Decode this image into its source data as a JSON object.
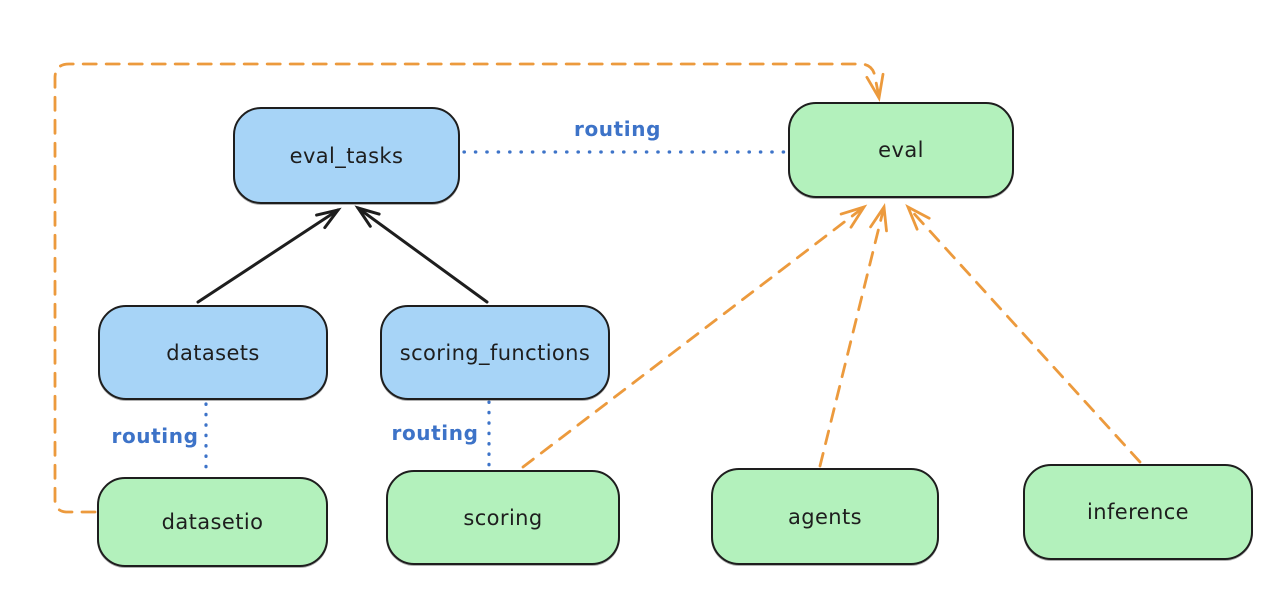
{
  "nodes": {
    "eval_tasks": {
      "label": "eval_tasks",
      "fill": "#a7d4f7"
    },
    "eval": {
      "label": "eval",
      "fill": "#b3f1bc"
    },
    "datasets": {
      "label": "datasets",
      "fill": "#a7d4f7"
    },
    "scoring_functions": {
      "label": "scoring_functions",
      "fill": "#a7d4f7"
    },
    "datasetio": {
      "label": "datasetio",
      "fill": "#b3f1bc"
    },
    "scoring": {
      "label": "scoring",
      "fill": "#b3f1bc"
    },
    "agents": {
      "label": "agents",
      "fill": "#b3f1bc"
    },
    "inference": {
      "label": "inference",
      "fill": "#b3f1bc"
    }
  },
  "edge_labels": {
    "eval_tasks_to_eval": "routing",
    "datasets_to_datasetio": "routing",
    "scoring_functions_to_scoring": "routing"
  },
  "colors": {
    "blue_node_fill": "#a7d4f7",
    "green_node_fill": "#b3f1bc",
    "node_border": "#1e1e1e",
    "routing_blue": "#3d73c8",
    "dependency_black": "#1e1e1e",
    "provider_orange": "#ec9a3d",
    "background": "#ffffff"
  }
}
